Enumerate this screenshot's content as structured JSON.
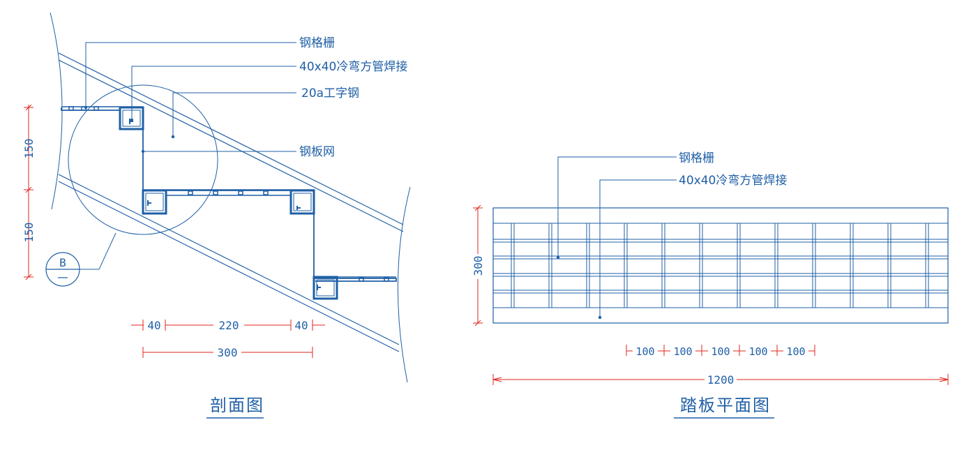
{
  "section": {
    "title": "剖面图",
    "labels": {
      "grating": "钢格栅",
      "tube": "40x40冷弯方管焊接",
      "ibeam": "20a工字钢",
      "mesh": "钢板网"
    },
    "detail_callout": "B",
    "dims": {
      "v_upper": "150",
      "v_lower": "150",
      "h_left": "40",
      "h_mid": "220",
      "h_right": "40",
      "h_total": "300"
    }
  },
  "plan": {
    "title": "踏板平面图",
    "labels": {
      "grating": "钢格栅",
      "tube": "40x40冷弯方管焊接"
    },
    "dims": {
      "height": "300",
      "spacing": [
        "100",
        "100",
        "100",
        "100",
        "100"
      ],
      "total": "1200"
    }
  },
  "colors": {
    "line": "#1f5fa6",
    "dimension": "#e0261d"
  }
}
